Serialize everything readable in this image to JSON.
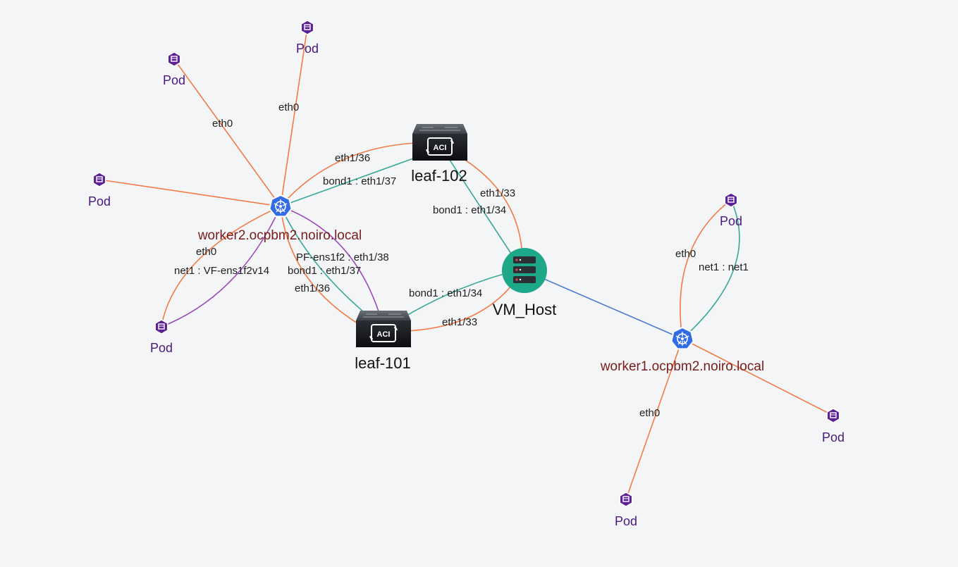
{
  "colors": {
    "pod_link": "#f27b47",
    "bond_link": "#3aa898",
    "vf_link": "#9b4bb8",
    "host_link": "#4b7bd0",
    "pod_fill": "#5b2092",
    "k8s_blue": "#326ce5",
    "vm_host_fill": "#1fa78a",
    "pod_label": "#4a1a7a",
    "worker_label": "#7a1c1c"
  },
  "nodes": {
    "leaf_102": {
      "label": "leaf-102",
      "icon": "aci-switch-icon"
    },
    "leaf_101": {
      "label": "leaf-101",
      "icon": "aci-switch-icon"
    },
    "vm_host": {
      "label": "VM_Host",
      "icon": "server-icon"
    },
    "worker2": {
      "label": "worker2.ocpbm2.noiro.local",
      "icon": "kubernetes-icon"
    },
    "worker1": {
      "label": "worker1.ocpbm2.noiro.local",
      "icon": "kubernetes-icon"
    },
    "pod_label": "Pod"
  },
  "edge_labels": {
    "w2_pod_top_eth0": "eth0",
    "w2_pod_tl_eth0": "eth0",
    "w2_leaf102_eth": "eth1/36",
    "w2_leaf102_bond": "bond1 : eth1/37",
    "leaf102_vm_eth": "eth1/33",
    "leaf102_vm_bond": "bond1 : eth1/34",
    "w2_pod_bl_eth0": "eth0",
    "w2_pod_bl_net1": "net1 : VF-ens1f2v14",
    "w2_leaf101_pf": "PF-ens1f2 : eth1/38",
    "w2_leaf101_bond": "bond1 : eth1/37",
    "w2_leaf101_eth": "eth1/36",
    "leaf101_vm_bond": "bond1 : eth1/34",
    "leaf101_vm_eth": "eth1/33",
    "w1_pod_top_eth0": "eth0",
    "w1_pod_top_net1": "net1 : net1",
    "w1_pod_bottom_eth0": "eth0"
  }
}
